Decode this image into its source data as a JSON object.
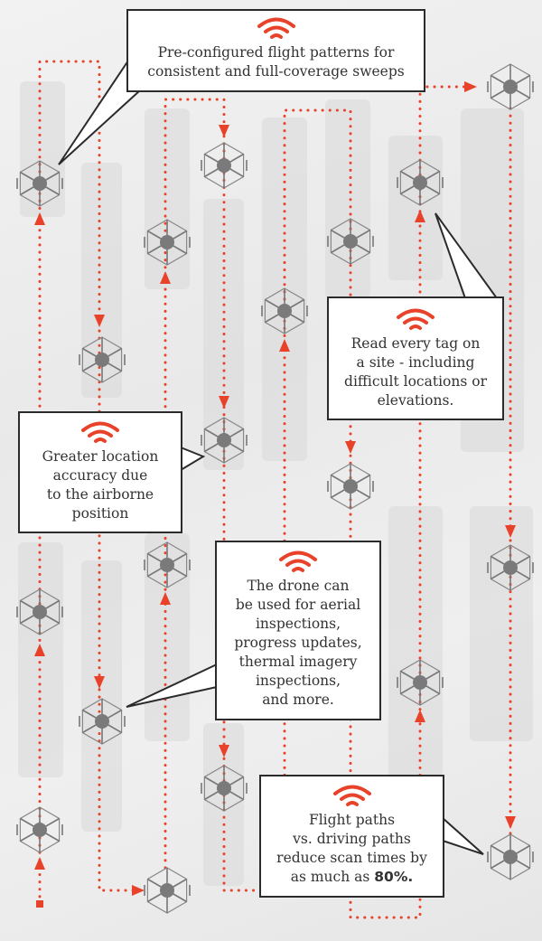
{
  "callouts": {
    "patterns": {
      "line1": "Pre-configured flight patterns for",
      "line2": "consistent and full-coverage sweeps"
    },
    "tags": {
      "line1": "Read every tag on",
      "line2": "a site - including",
      "line3": "difficult locations or",
      "line4": "elevations."
    },
    "accuracy": {
      "line1": "Greater location",
      "line2": "accuracy due",
      "line3": "to the airborne",
      "line4": "position"
    },
    "uses": {
      "line1": "The drone can",
      "line2": "be used for aerial",
      "line3": "inspections,",
      "line4": "progress updates,",
      "line5": "thermal imagery",
      "line6": "inspections,",
      "line7": "and more."
    },
    "scan": {
      "line1": "Flight paths",
      "line2": "vs. driving paths",
      "line3": "reduce scan times by",
      "line4_prefix": "as much as ",
      "line4_bold": "80%."
    }
  },
  "colors": {
    "accent": "#e8432a",
    "border": "#2b2b2b",
    "drone": "#7a7a7a"
  }
}
